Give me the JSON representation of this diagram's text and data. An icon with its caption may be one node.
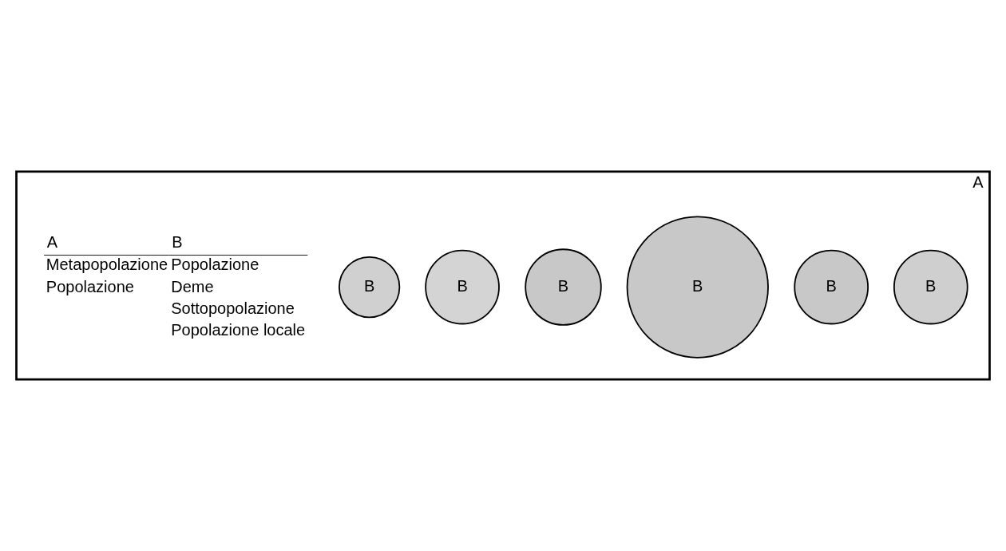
{
  "diagram": {
    "nodes": [
      {
        "text": [
          "A"
        ]
      },
      {
        "text": [
          "B"
        ],
        "in": 0
      },
      {
        "text": [
          "B"
        ],
        "in": 0
      },
      {
        "text": [
          "B"
        ],
        "in": 0
      },
      {
        "text": [
          "B"
        ],
        "in": 0
      },
      {
        "text": [
          "B"
        ],
        "in": 0
      },
      {
        "text": [
          "B"
        ],
        "in": 0
      }
    ],
    "edges": [],
    "labels": [
      "A",
      "B",
      "Metapopolazione",
      "Popolazione",
      "Popolazione",
      "Deme",
      "Sottopopolazione",
      "Popolazione locale"
    ]
  }
}
